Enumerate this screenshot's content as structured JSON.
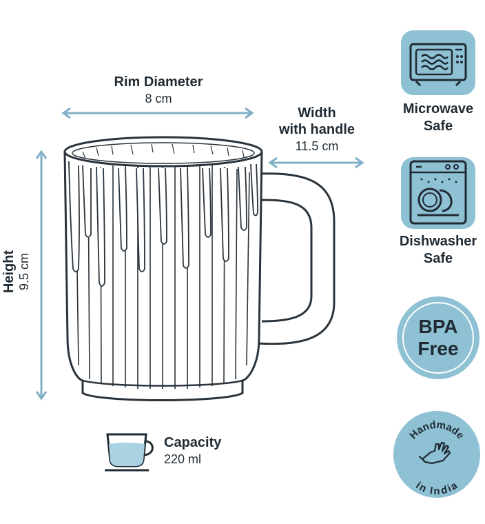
{
  "colors": {
    "accent": "#8fc1d4",
    "arrow": "#7fb0c6",
    "ink": "#1f2a33",
    "liquid": "#a9d3e3"
  },
  "dimensions": {
    "rim": {
      "title": "Rim Diameter",
      "value": "8 cm"
    },
    "width": {
      "title_line1": "Width",
      "title_line2": "with handle",
      "value": "11.5 cm"
    },
    "height": {
      "title": "Height",
      "value": "9.5 cm"
    }
  },
  "capacity": {
    "title": "Capacity",
    "value": "220 ml",
    "icon": "cup-icon"
  },
  "features": {
    "microwave": {
      "line1": "Microwave",
      "line2": "Safe",
      "icon": "microwave-icon"
    },
    "dishwasher": {
      "line1": "Dishwasher",
      "line2": "Safe",
      "icon": "dishwasher-icon"
    },
    "bpa": {
      "line1": "BPA",
      "line2": "Free"
    },
    "handmade": {
      "top": "Handmade",
      "bottom": "in India",
      "icon": "hand-icon"
    }
  },
  "illustration": {
    "icon": "mug-illustration"
  }
}
